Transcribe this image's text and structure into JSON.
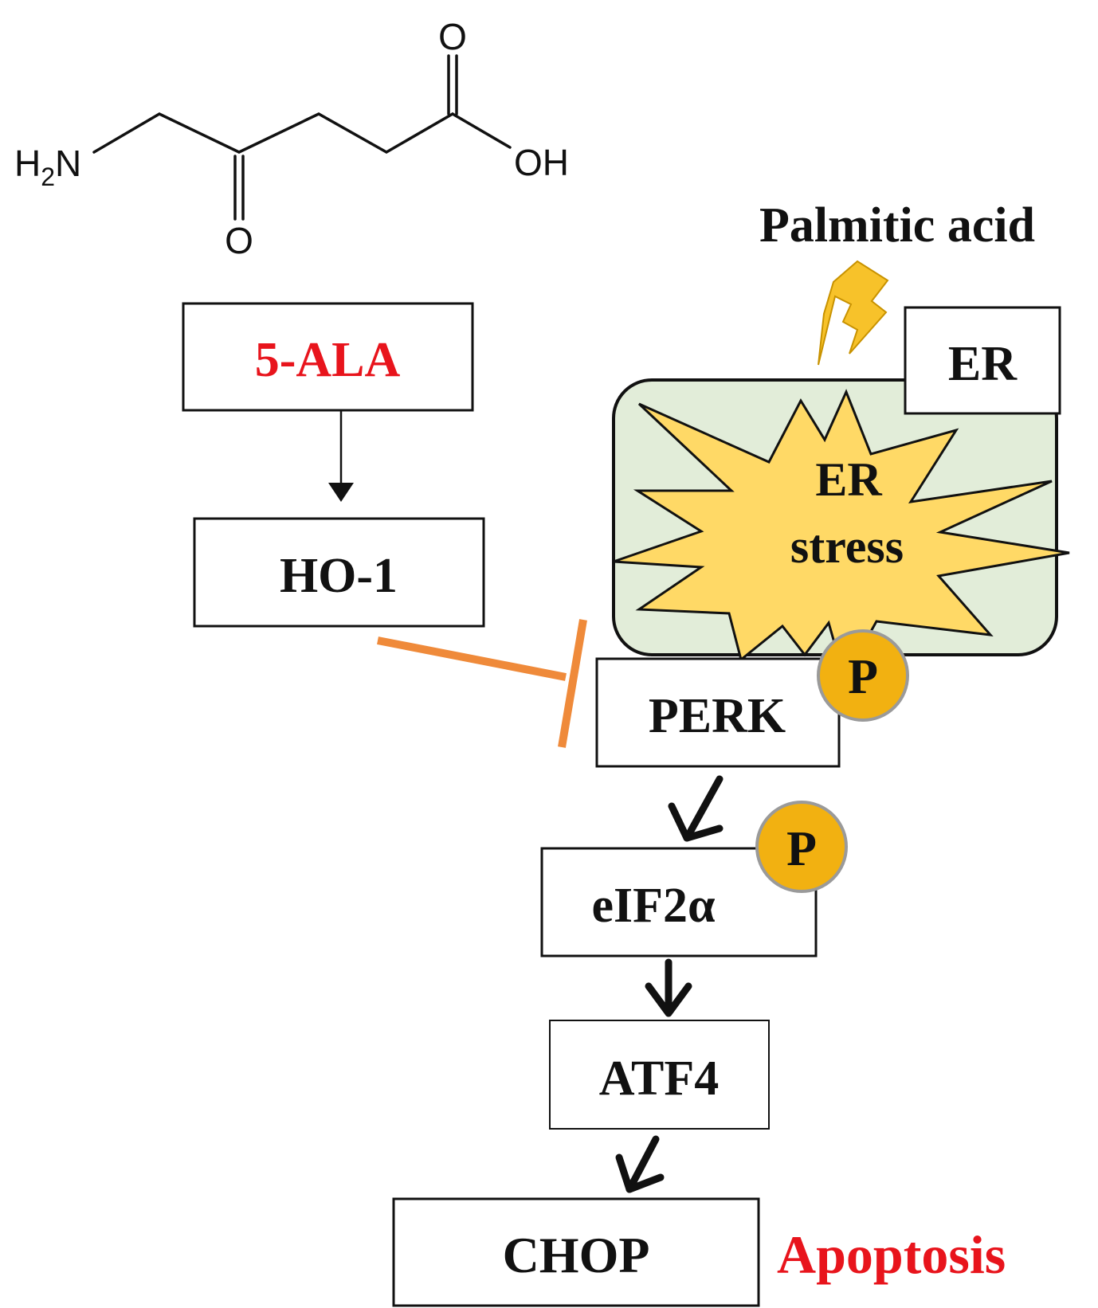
{
  "molecule": {
    "amine": "H2N",
    "amine_main": "H",
    "amine_sub": "2",
    "amine_tail": "N",
    "ketone_o": "O",
    "acid_o": "O",
    "hydroxyl": "OH"
  },
  "nodes": {
    "ala": "5-ALA",
    "ho1": "HO-1",
    "palmitic": "Palmitic acid",
    "er": "ER",
    "er_stress_line1": "ER",
    "er_stress_line2": "stress",
    "perk": "PERK",
    "eif2a": "eIF2α",
    "atf4": "ATF4",
    "chop": "CHOP",
    "apoptosis": "Apoptosis",
    "phospho_1": "P",
    "phospho_2": "P"
  },
  "colors": {
    "highlight_red": "#e8141c",
    "inhibition": "#ef8a3a",
    "er_fill": "#e2edd9",
    "burst_fill": "#ffd966",
    "phospho_fill": "#f2b111",
    "lightning_fill": "#f7c22a"
  },
  "icons": [
    "lightning-icon",
    "er-stress-burst-icon"
  ]
}
